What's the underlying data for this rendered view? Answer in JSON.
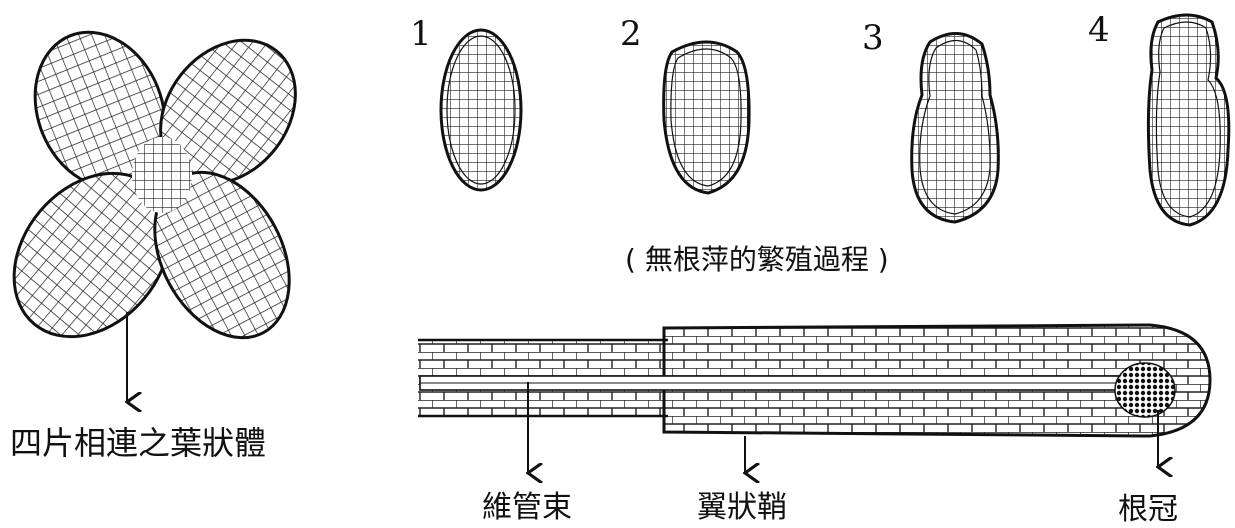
{
  "stages": [
    {
      "number": "1"
    },
    {
      "number": "2"
    },
    {
      "number": "3"
    },
    {
      "number": "4"
    }
  ],
  "labels": {
    "frond_cluster": "四片相連之葉狀體",
    "process_caption": "( 無根萍的繁殖過程 )",
    "vascular_bundle": "維管束",
    "wing_sheath": "翼狀鞘",
    "root_cap": "根冠"
  }
}
